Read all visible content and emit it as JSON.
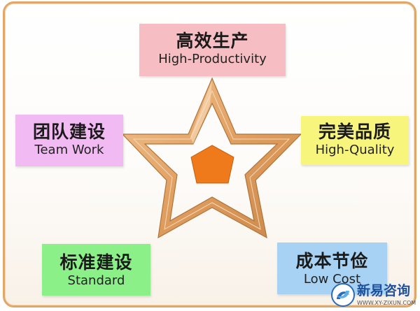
{
  "diagram": {
    "top": {
      "zh": "高效生产",
      "en": "High-Productivity",
      "color": "#f6bdc2"
    },
    "left": {
      "zh": "团队建设",
      "en": "Team Work",
      "color": "#f1baf2"
    },
    "right": {
      "zh": "完美品质",
      "en": "High-Quality",
      "color": "#f7f57c"
    },
    "bottom_left": {
      "zh": "标准建设",
      "en": "Standard",
      "color": "#8cf089"
    },
    "bottom_right": {
      "zh": "成本节俭",
      "en": "Low Cost",
      "color": "#a7d2f3"
    },
    "star_color": "#e3a46a",
    "center_color": "#ee7a1c",
    "frame_color": "#e0a768"
  },
  "watermark": {
    "name": "新易咨询",
    "url": "WWW.XY-ZIXUN.COM"
  }
}
